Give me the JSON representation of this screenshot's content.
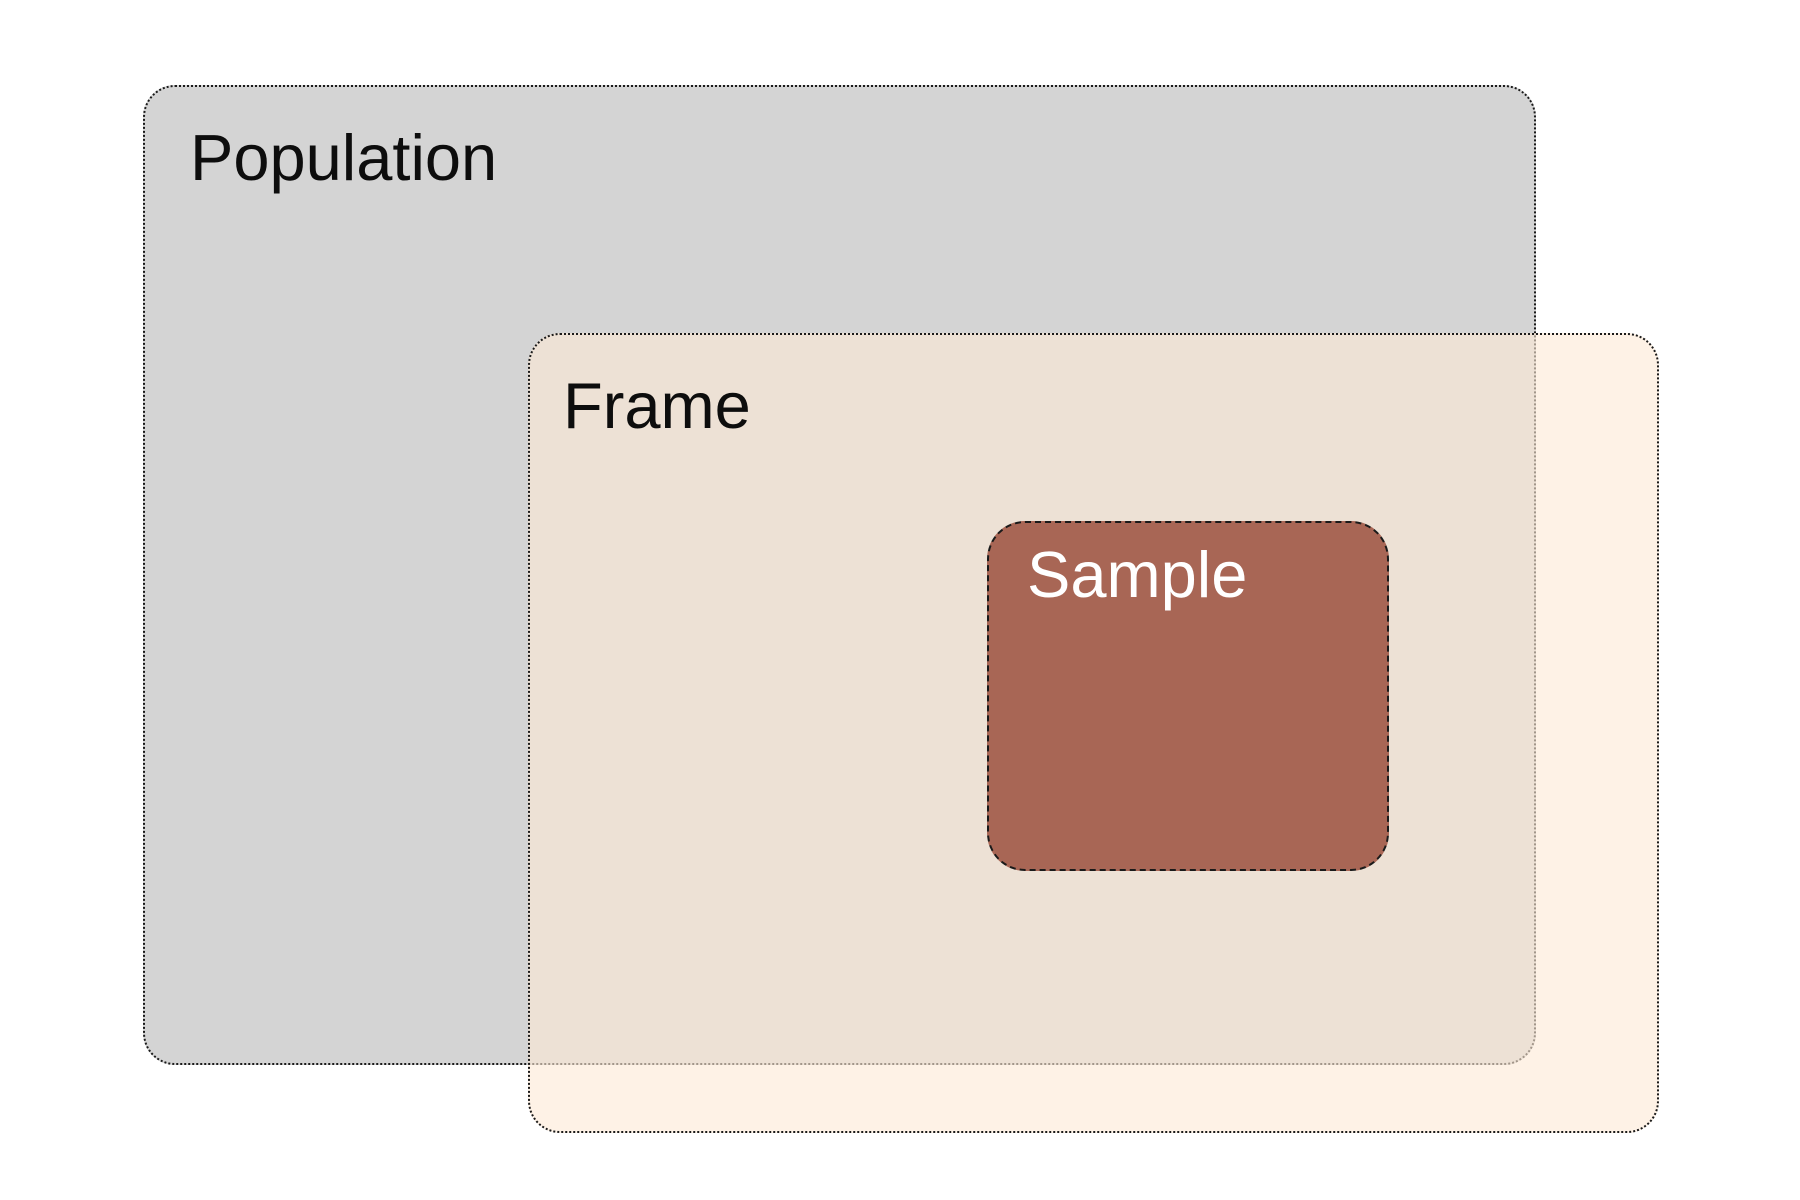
{
  "diagram": {
    "population": {
      "label": "Population",
      "fill": "#d4d4d4",
      "border_style": "dotted"
    },
    "frame": {
      "label": "Frame",
      "fill": "#fde9d6",
      "border_style": "dotted"
    },
    "sample": {
      "label": "Sample",
      "fill": "#a86655",
      "label_color": "#ffffff",
      "border_style": "dashed"
    }
  }
}
